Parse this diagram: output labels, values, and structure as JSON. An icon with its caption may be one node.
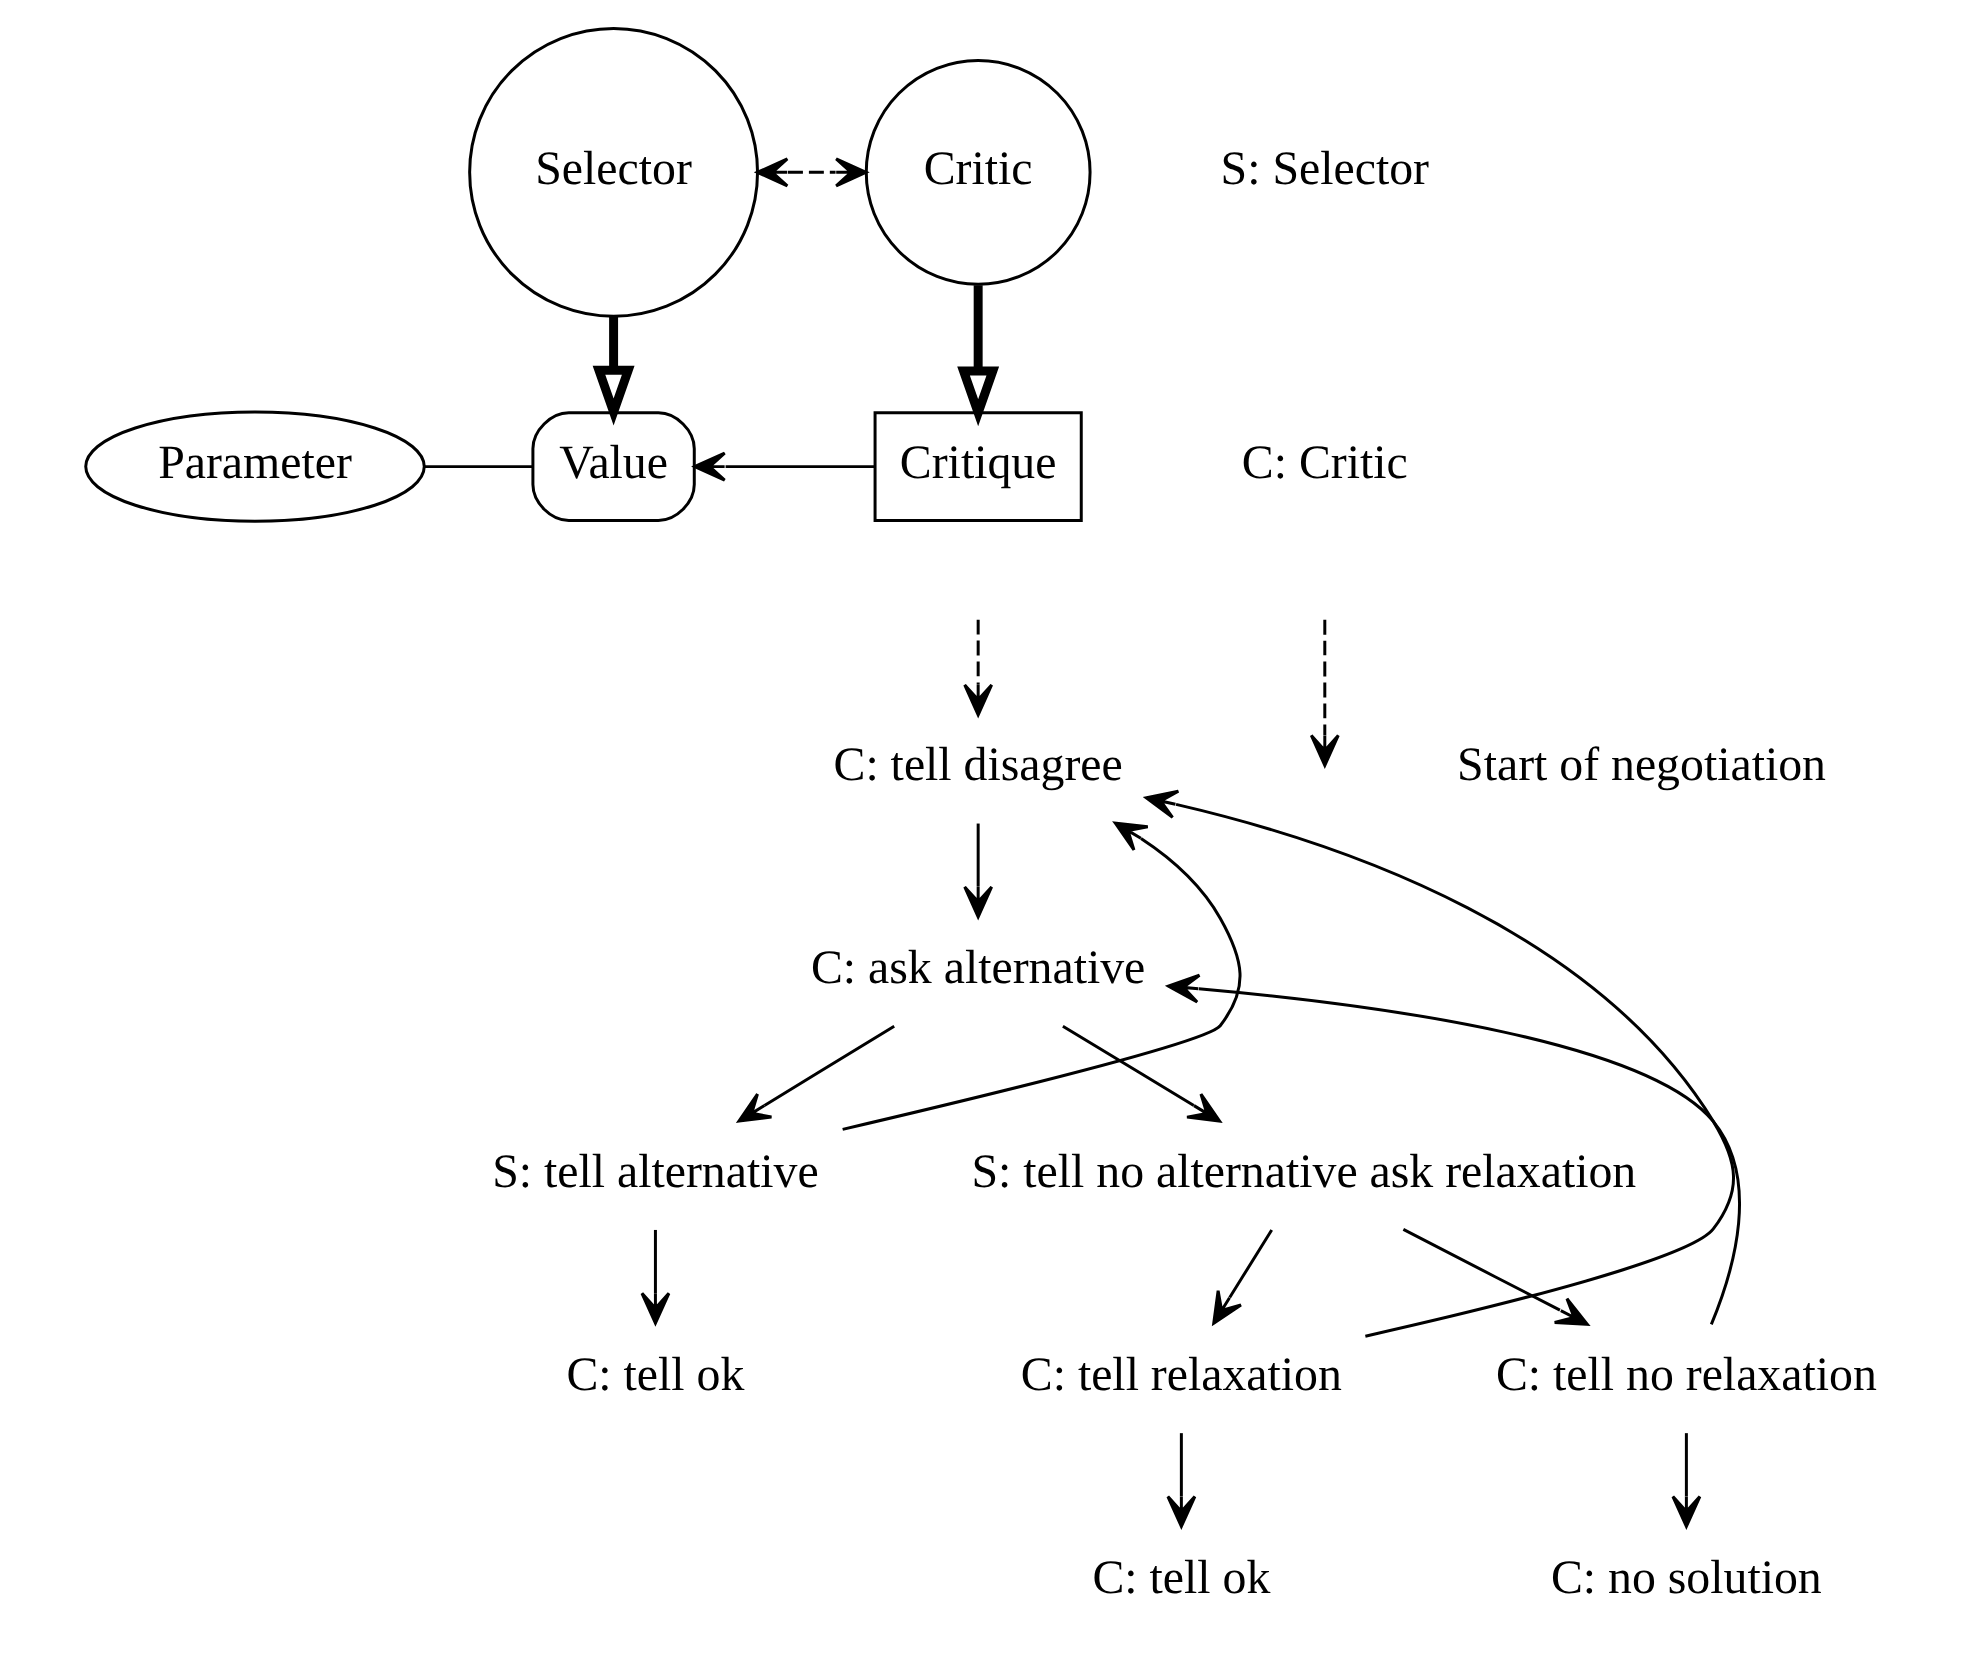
{
  "diagram": {
    "nodes": [
      {
        "text": [
          "Selector"
        ]
      },
      {
        "text": [
          "Critic"
        ]
      },
      {
        "text": [
          "Parameter"
        ]
      },
      {
        "text": [
          "Value"
        ]
      },
      {
        "text": [
          "Critique"
        ]
      },
      {
        "text": [
          "C: tell disagree"
        ]
      },
      {
        "text": [
          "C: ask alternative"
        ]
      },
      {
        "text": [
          "S: tell alternative"
        ]
      },
      {
        "text": [
          "S: tell no alternative ask relaxation"
        ]
      },
      {
        "text": [
          "C: tell ok"
        ]
      },
      {
        "text": [
          "C: tell relaxation"
        ]
      },
      {
        "text": [
          "C: tell no relaxation"
        ]
      },
      {
        "text": [
          "C: tell ok"
        ]
      },
      {
        "text": [
          "C: no solution"
        ]
      }
    ],
    "edges": [
      {
        "from": 0,
        "to": 1,
        "arrow": "both",
        "style": "dashed"
      },
      {
        "from": 0,
        "to": 3,
        "arrow": "to",
        "style": "thick"
      },
      {
        "from": 1,
        "to": 4,
        "arrow": "to",
        "style": "thick"
      },
      {
        "from": 2,
        "to": 3,
        "arrow": "none"
      },
      {
        "from": 4,
        "to": 3,
        "arrow": "to"
      },
      {
        "from": null,
        "to": 5,
        "arrow": "to",
        "style": "dashed"
      },
      {
        "from": 5,
        "to": 6,
        "arrow": "to"
      },
      {
        "from": 6,
        "to": 7,
        "arrow": "to"
      },
      {
        "from": 6,
        "to": 8,
        "arrow": "to"
      },
      {
        "from": 7,
        "to": 9,
        "arrow": "to"
      },
      {
        "from": 7,
        "to": 5,
        "arrow": "to"
      },
      {
        "from": 8,
        "to": 10,
        "arrow": "to"
      },
      {
        "from": 8,
        "to": 11,
        "arrow": "to"
      },
      {
        "from": 10,
        "to": 12,
        "arrow": "to"
      },
      {
        "from": 10,
        "to": 5,
        "arrow": "to"
      },
      {
        "from": 11,
        "to": 13,
        "arrow": "to"
      },
      {
        "from": 11,
        "to": 6,
        "arrow": "to"
      }
    ],
    "labels": [
      "S: Selector",
      "C: Critic"
    ],
    "legend": [
      {
        "text": "Start of negotiation"
      }
    ]
  }
}
